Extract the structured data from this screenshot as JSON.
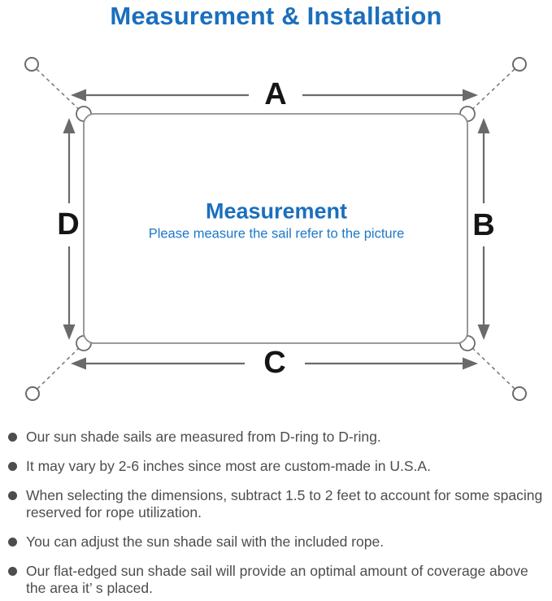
{
  "title": "Measurement & Installation",
  "diagram": {
    "labels": {
      "top": "A",
      "right": "B",
      "bottom": "C",
      "left": "D"
    },
    "center_title": "Measurement",
    "center_subtitle": "Please measure the sail refer to the picture"
  },
  "bullets": [
    {
      "lines": [
        "Our sun shade sails are measured from D-ring to D-ring."
      ]
    },
    {
      "lines": [
        "It may vary by 2-6 inches since most are custom-made in U.S.A."
      ]
    },
    {
      "lines": [
        "When selecting the dimensions, subtract 1.5 to 2 feet to account for some spacing",
        "reserved for rope utilization."
      ]
    },
    {
      "lines": [
        "You can adjust the sun shade sail with the included rope."
      ]
    },
    {
      "lines": [
        "Our flat-edged sun shade sail will provide an optimal amount of coverage above",
        "the area it’ s placed."
      ]
    }
  ],
  "colors": {
    "accent_blue": "#1a6fbd",
    "subtitle_blue": "#1e78c8",
    "label_black": "#151515",
    "sail_outline_gray": "#8e8e8e",
    "arrow_gray": "#6a6a6a",
    "dash_gray": "#7d7d7d",
    "note_text_gray": "#4d4d4d"
  }
}
